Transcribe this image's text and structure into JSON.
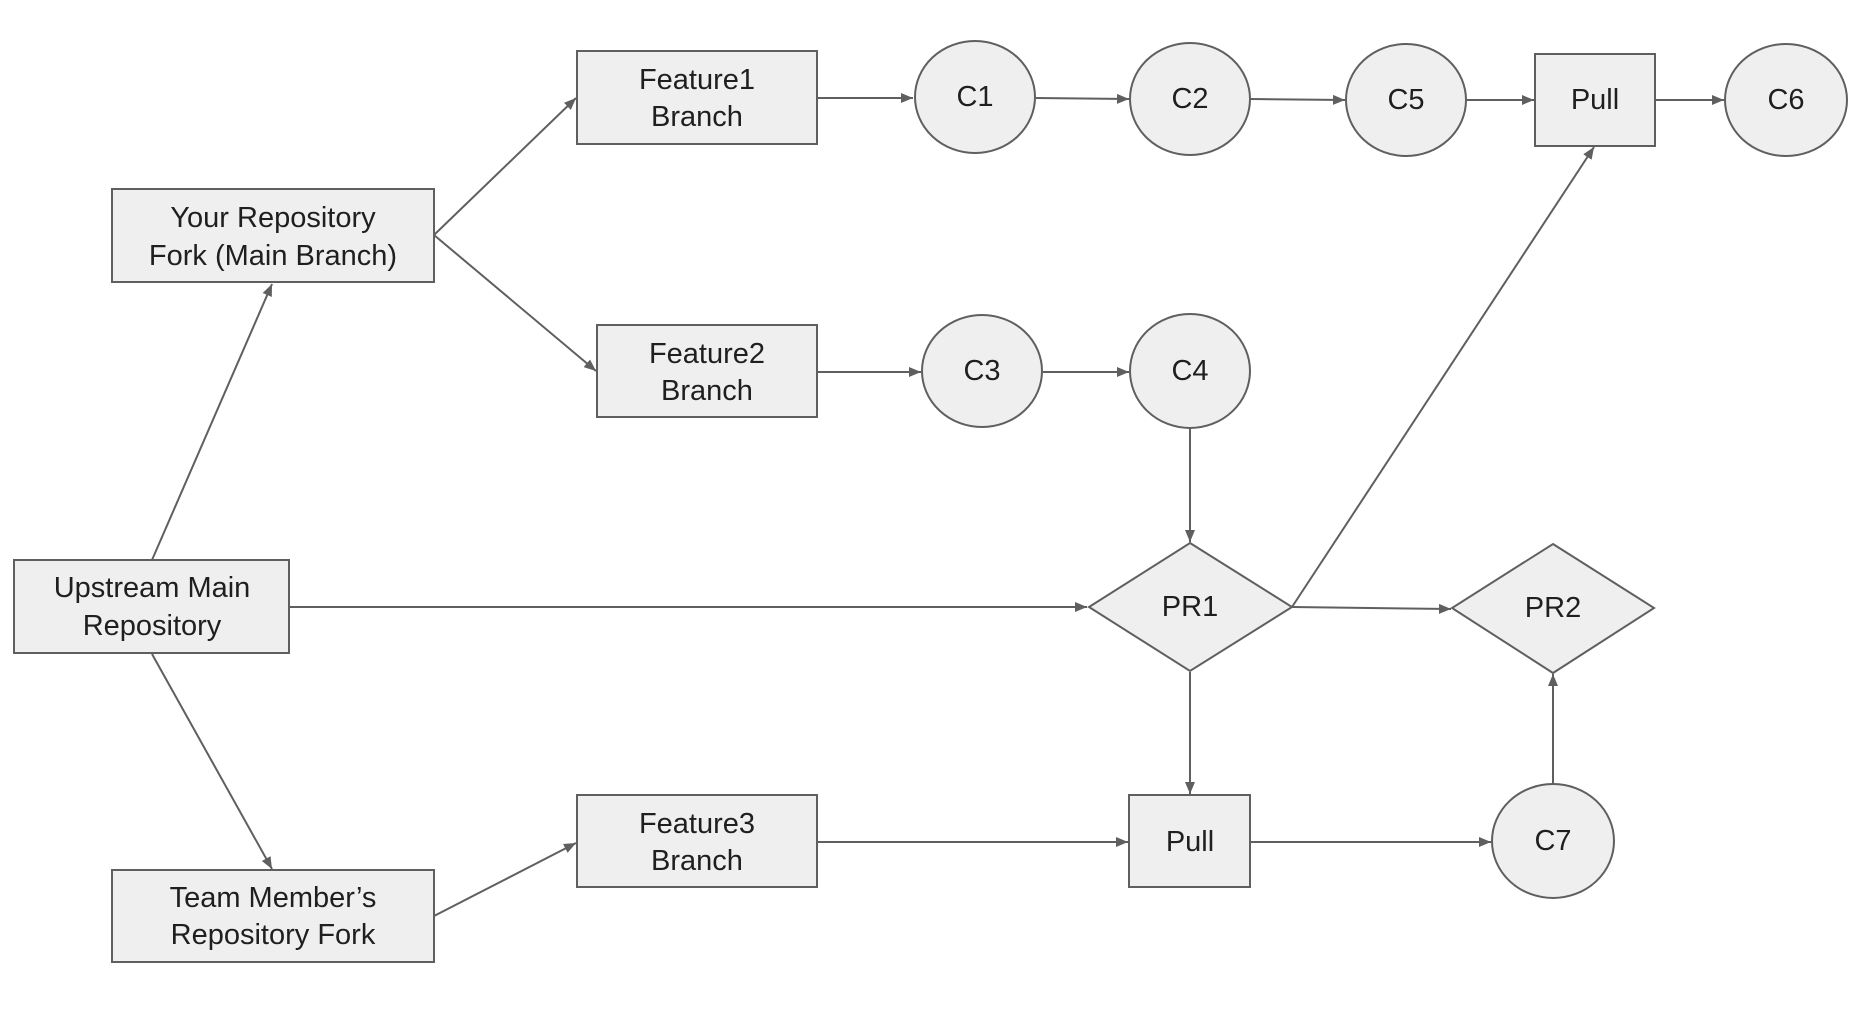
{
  "colors": {
    "node_fill": "#efefef",
    "stroke": "#5f5f5f",
    "text": "#1f1f1f",
    "background": "#ffffff"
  },
  "nodes": {
    "upstream": {
      "lines": [
        "Upstream Main",
        "Repository"
      ]
    },
    "your_fork": {
      "lines": [
        "Your Repository",
        "Fork (Main Branch)"
      ]
    },
    "team_fork": {
      "lines": [
        "Team Member’s",
        "Repository Fork"
      ]
    },
    "feature1": {
      "lines": [
        "Feature1",
        "Branch"
      ]
    },
    "feature2": {
      "lines": [
        "Feature2",
        "Branch"
      ]
    },
    "feature3": {
      "lines": [
        "Feature3",
        "Branch"
      ]
    },
    "c1": {
      "label": "C1"
    },
    "c2": {
      "label": "C2"
    },
    "c3": {
      "label": "C3"
    },
    "c4": {
      "label": "C4"
    },
    "c5": {
      "label": "C5"
    },
    "c6": {
      "label": "C6"
    },
    "c7": {
      "label": "C7"
    },
    "pull_top": {
      "label": "Pull"
    },
    "pull_bottom": {
      "label": "Pull"
    },
    "pr1": {
      "label": "PR1"
    },
    "pr2": {
      "label": "PR2"
    }
  },
  "edges": [
    {
      "from": "upstream",
      "to": "your_fork"
    },
    {
      "from": "upstream",
      "to": "team_fork"
    },
    {
      "from": "upstream",
      "to": "pr1"
    },
    {
      "from": "your_fork",
      "to": "feature1"
    },
    {
      "from": "your_fork",
      "to": "feature2"
    },
    {
      "from": "feature1",
      "to": "c1"
    },
    {
      "from": "c1",
      "to": "c2"
    },
    {
      "from": "c2",
      "to": "c5"
    },
    {
      "from": "c5",
      "to": "pull_top"
    },
    {
      "from": "pull_top",
      "to": "c6"
    },
    {
      "from": "feature2",
      "to": "c3"
    },
    {
      "from": "c3",
      "to": "c4"
    },
    {
      "from": "c4",
      "to": "pr1"
    },
    {
      "from": "pr1",
      "to": "pull_top"
    },
    {
      "from": "pr1",
      "to": "pr2"
    },
    {
      "from": "pr1",
      "to": "pull_bottom"
    },
    {
      "from": "team_fork",
      "to": "feature3"
    },
    {
      "from": "feature3",
      "to": "pull_bottom"
    },
    {
      "from": "pull_bottom",
      "to": "c7"
    },
    {
      "from": "c7",
      "to": "pr2"
    }
  ]
}
